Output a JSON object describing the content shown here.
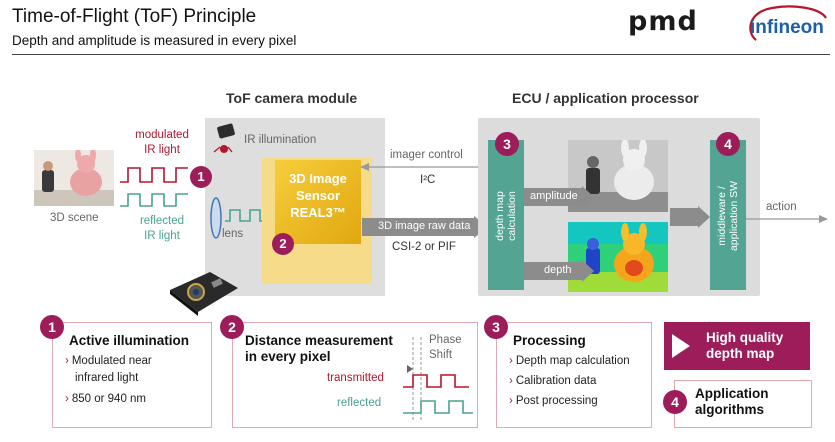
{
  "header": {
    "title": "Time-of-Flight (ToF) Principle",
    "subtitle": "Depth and amplitude is measured in every pixel",
    "logo_pmd": "pmd",
    "logo_infineon": "infineon"
  },
  "diagram": {
    "tof_module_title": "ToF camera module",
    "ecu_title": "ECU / application processor",
    "scene_label": "3D scene",
    "modulated_ir_line1": "modulated",
    "modulated_ir_line2": "IR light",
    "reflected_ir_line1": "reflected",
    "reflected_ir_line2": "IR light",
    "ir_illumination": "IR illumination",
    "lens": "lens",
    "sensor_line1": "3D Image",
    "sensor_line2": "Sensor",
    "sensor_line3": "REAL3™",
    "imager_control": "imager control",
    "i2c": "I²C",
    "raw_data": "3D image raw data",
    "csi": "CSI-2 or PIF",
    "depth_map_calc_line1": "depth map",
    "depth_map_calc_line2": "calculation",
    "amplitude": "amplitude",
    "depth": "depth",
    "middleware_line1": "middleware /",
    "middleware_line2": "application SW",
    "action": "action",
    "step_numbers": [
      "1",
      "2",
      "3",
      "4"
    ]
  },
  "panels": {
    "p1": {
      "num": "1",
      "title": "Active illumination",
      "items": [
        "Modulated near",
        "infrared light",
        "850 or 940 nm"
      ]
    },
    "p2": {
      "num": "2",
      "title_line1": "Distance measurement",
      "title_line2": "in every pixel",
      "phase_line1": "Phase",
      "phase_line2": "Shift",
      "transmitted": "transmitted",
      "reflected": "reflected"
    },
    "p3": {
      "num": "3",
      "title": "Processing",
      "items": [
        "Depth map calculation",
        "Calibration data",
        "Post processing"
      ]
    },
    "hq": {
      "line1": "High quality",
      "line2": "depth map"
    },
    "p4": {
      "num": "4",
      "line1": "Application",
      "line2": "algorithms"
    }
  },
  "colors": {
    "accent": "#9c1d5a",
    "teal": "#53a493",
    "red": "#b5162b",
    "sensor_yellow": "#f0c419"
  }
}
